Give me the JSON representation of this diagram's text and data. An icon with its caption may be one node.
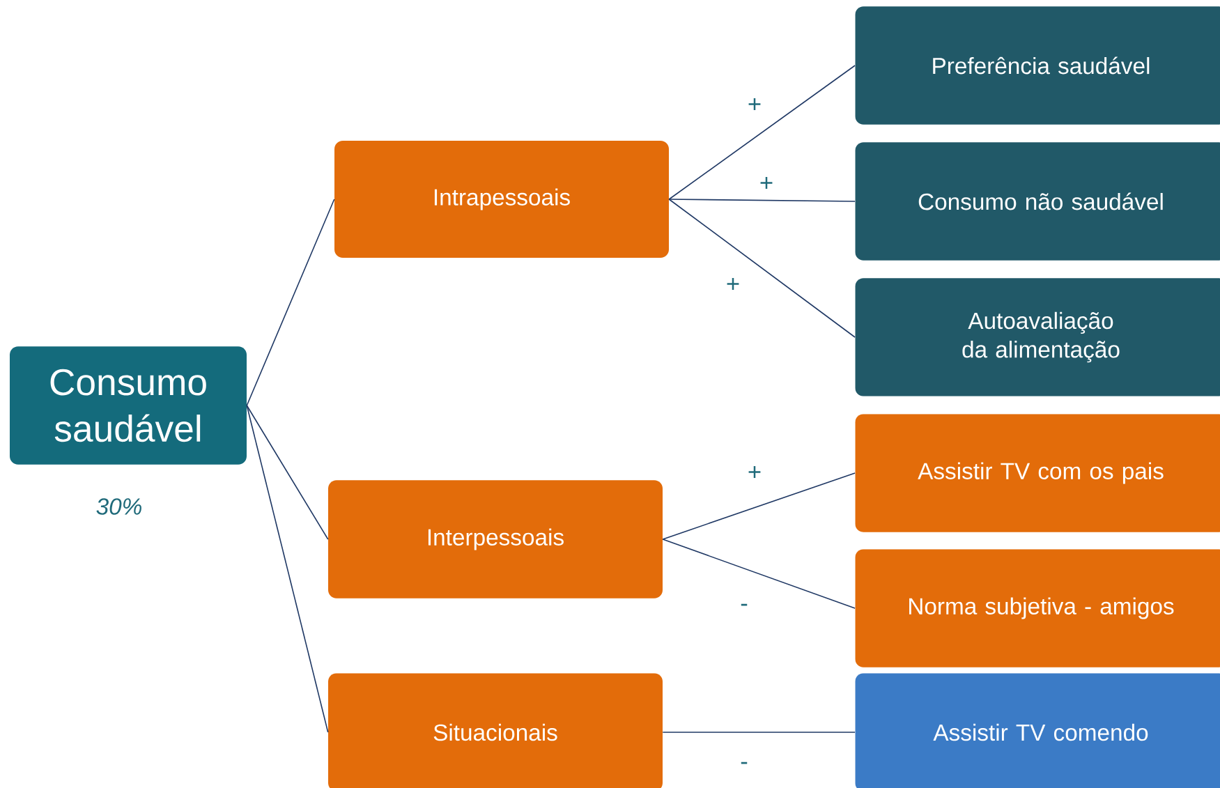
{
  "diagram": {
    "nodes": [
      {
        "text": [
          "Consumo saudável"
        ],
        "beside": [
          "30%"
        ]
      },
      {
        "text": [
          "Intrapessoais"
        ]
      },
      {
        "text": [
          "Interpessoais"
        ]
      },
      {
        "text": [
          "Situacionais"
        ]
      },
      {
        "text": [
          "Preferência saudável"
        ]
      },
      {
        "text": [
          "Consumo não saudável"
        ]
      },
      {
        "text": [
          "Autoavaliação da alimentação"
        ]
      },
      {
        "text": [
          "Assistir TV com os pais"
        ]
      },
      {
        "text": [
          "Norma subjetiva - amigos"
        ]
      },
      {
        "text": [
          "Assistir TV comendo"
        ]
      }
    ],
    "edges": [
      {
        "from": 0,
        "to": 1,
        "arrow": "none"
      },
      {
        "from": 0,
        "to": 2,
        "arrow": "none"
      },
      {
        "from": 0,
        "to": 3,
        "arrow": "none"
      },
      {
        "from": 1,
        "to": 4,
        "arrow": "none",
        "label": "+"
      },
      {
        "from": 1,
        "to": 5,
        "arrow": "none",
        "label": "+"
      },
      {
        "from": 1,
        "to": 6,
        "arrow": "none",
        "label": "+"
      },
      {
        "from": 2,
        "to": 7,
        "arrow": "none",
        "label": "+"
      },
      {
        "from": 2,
        "to": 8,
        "arrow": "none",
        "label": "-"
      },
      {
        "from": 3,
        "to": 9,
        "arrow": "none",
        "label": "-"
      }
    ]
  }
}
